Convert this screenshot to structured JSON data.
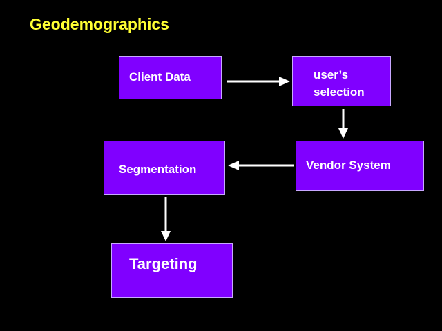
{
  "title": "Geodemographics",
  "colors": {
    "background": "#000000",
    "title": "#ffff33",
    "box_fill": "#8000ff",
    "box_text": "#ffffff",
    "arrow": "#ffffff"
  },
  "boxes": {
    "client_data": "Client Data",
    "user_selection": "user’s\nselection",
    "vendor_system": "Vendor System",
    "segmentation": "Segmentation",
    "targeting": "Targeting"
  }
}
